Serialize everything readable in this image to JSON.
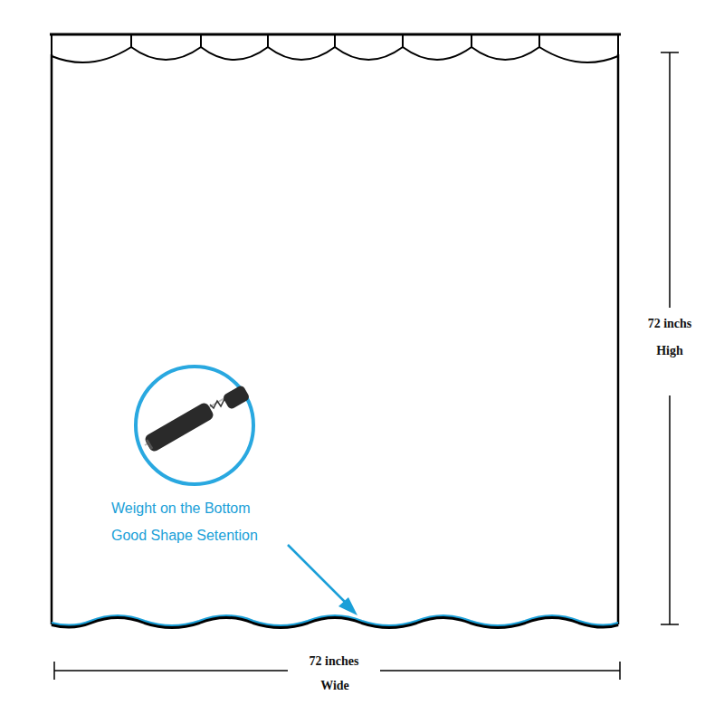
{
  "diagram": {
    "labels": [
      "72 inchs",
      "High",
      "72 inches",
      "Wide",
      "Weight on the Bottom",
      "Good Shape Setention"
    ]
  }
}
